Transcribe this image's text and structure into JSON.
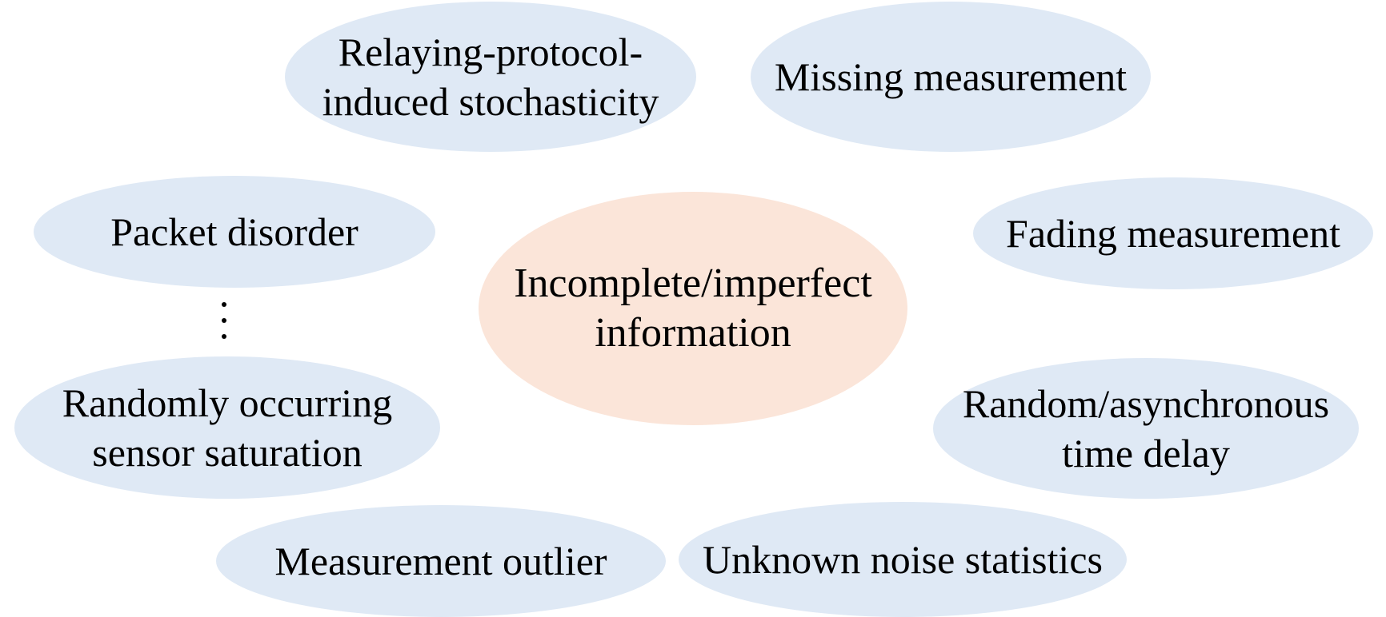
{
  "center": {
    "line1": "Incomplete/imperfect",
    "line2": "information"
  },
  "nodes": {
    "relaying": {
      "line1": "Relaying-protocol-",
      "line2": "induced stochasticity"
    },
    "missing": {
      "line1": "Missing measurement"
    },
    "packet_disorder": {
      "line1": "Packet disorder"
    },
    "fading": {
      "line1": "Fading measurement"
    },
    "saturation": {
      "line1": "Randomly occurring",
      "line2": "sensor saturation"
    },
    "delay": {
      "line1": "Random/asynchronous",
      "line2": "time delay"
    },
    "outlier": {
      "line1": "Measurement outlier"
    },
    "noise": {
      "line1": "Unknown noise statistics"
    }
  },
  "colors": {
    "node_fill": "#dfe9f5",
    "center_fill": "#fbe5d9",
    "text": "#000000"
  }
}
